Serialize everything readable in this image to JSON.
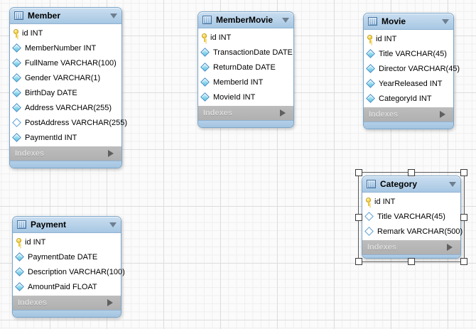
{
  "labels": {
    "indexes": "Indexes"
  },
  "colors": {
    "header_blue": "#a7c7e3",
    "table_border": "#7ba6c9",
    "indexes_gray": "#b3b3b3",
    "primary_key_gold": "#f2d03e",
    "diamond_cyan": "#8ed9ec",
    "diamond_border_blue": "#3e88c3",
    "grid_major": "#dedede",
    "grid_minor": "#efefef"
  },
  "tables": [
    {
      "name": "Member",
      "selected": false,
      "columns": [
        {
          "label": "id INT",
          "icon": "key",
          "icon_name": "primary-key-icon"
        },
        {
          "label": "MemberNumber INT",
          "icon": "diamond",
          "icon_name": "not-null-column-icon"
        },
        {
          "label": "FullName VARCHAR(100)",
          "icon": "diamond",
          "icon_name": "not-null-column-icon"
        },
        {
          "label": "Gender VARCHAR(1)",
          "icon": "diamond",
          "icon_name": "not-null-column-icon"
        },
        {
          "label": "BirthDay DATE",
          "icon": "diamond",
          "icon_name": "not-null-column-icon"
        },
        {
          "label": "Address VARCHAR(255)",
          "icon": "diamond",
          "icon_name": "not-null-column-icon"
        },
        {
          "label": "PostAddress VARCHAR(255)",
          "icon": "diamond hollow",
          "icon_name": "nullable-column-icon"
        },
        {
          "label": "PaymentId INT",
          "icon": "diamond",
          "icon_name": "not-null-column-icon"
        }
      ]
    },
    {
      "name": "MemberMovie",
      "selected": false,
      "columns": [
        {
          "label": "id INT",
          "icon": "key",
          "icon_name": "primary-key-icon"
        },
        {
          "label": "TransactionDate DATE",
          "icon": "diamond",
          "icon_name": "not-null-column-icon"
        },
        {
          "label": "ReturnDate DATE",
          "icon": "diamond",
          "icon_name": "not-null-column-icon"
        },
        {
          "label": "MemberId INT",
          "icon": "diamond",
          "icon_name": "not-null-column-icon"
        },
        {
          "label": "MovieId INT",
          "icon": "diamond",
          "icon_name": "not-null-column-icon"
        }
      ]
    },
    {
      "name": "Movie",
      "selected": false,
      "columns": [
        {
          "label": "id INT",
          "icon": "key",
          "icon_name": "primary-key-icon"
        },
        {
          "label": "Title VARCHAR(45)",
          "icon": "diamond",
          "icon_name": "not-null-column-icon"
        },
        {
          "label": "Director VARCHAR(45)",
          "icon": "diamond",
          "icon_name": "not-null-column-icon"
        },
        {
          "label": "YearReleased INT",
          "icon": "diamond",
          "icon_name": "not-null-column-icon"
        },
        {
          "label": "CategoryId INT",
          "icon": "diamond",
          "icon_name": "not-null-column-icon"
        }
      ]
    },
    {
      "name": "Category",
      "selected": true,
      "columns": [
        {
          "label": "id INT",
          "icon": "key",
          "icon_name": "primary-key-icon"
        },
        {
          "label": "Title VARCHAR(45)",
          "icon": "diamond hollow",
          "icon_name": "nullable-column-icon"
        },
        {
          "label": "Remark VARCHAR(500)",
          "icon": "diamond hollow",
          "icon_name": "nullable-column-icon"
        }
      ]
    },
    {
      "name": "Payment",
      "selected": false,
      "columns": [
        {
          "label": "id INT",
          "icon": "key",
          "icon_name": "primary-key-icon"
        },
        {
          "label": "PaymentDate DATE",
          "icon": "diamond",
          "icon_name": "not-null-column-icon"
        },
        {
          "label": "Description VARCHAR(100)",
          "icon": "diamond",
          "icon_name": "not-null-column-icon"
        },
        {
          "label": "AmountPaid FLOAT",
          "icon": "diamond",
          "icon_name": "not-null-column-icon"
        }
      ]
    }
  ]
}
